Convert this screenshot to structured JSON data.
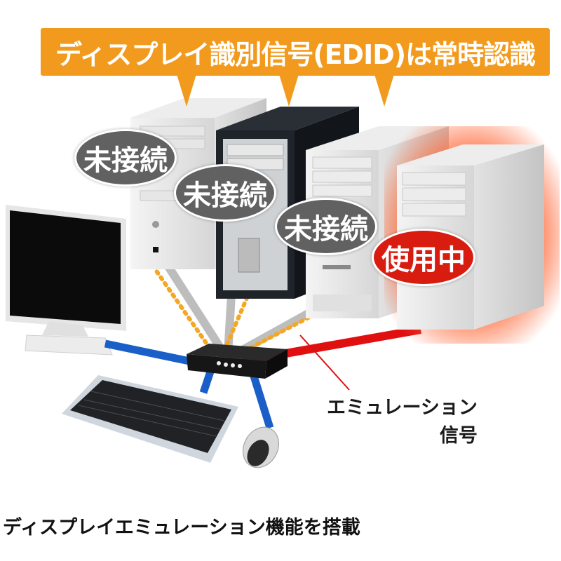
{
  "banner": {
    "text": "ディスプレイ識別信号(EDID)は常時認識",
    "color": "#f29a1d"
  },
  "status_bubbles": [
    {
      "label": "未接続",
      "color": "#616161",
      "state": "disconnected"
    },
    {
      "label": "未接続",
      "color": "#616161",
      "state": "disconnected"
    },
    {
      "label": "未接続",
      "color": "#616161",
      "state": "disconnected"
    },
    {
      "label": "使用中",
      "color": "#d91c10",
      "state": "in-use"
    }
  ],
  "devices": {
    "computers": [
      "pc-white-1",
      "pc-black",
      "pc-white-2",
      "pc-white-active"
    ],
    "monitor": "lcd-monitor",
    "keyboard": "keyboard",
    "mouse": "mouse",
    "switch": "kvm-switch"
  },
  "cable_colors": {
    "console": "#1a5fc8",
    "active": "#e01010",
    "inactive": "#b8b8b8",
    "emulation_dots": "#f5a623"
  },
  "emulation_label": {
    "line1": "エミュレーション",
    "line2": "信号"
  },
  "caption": "ディスプレイエミュレーション機能を搭載"
}
